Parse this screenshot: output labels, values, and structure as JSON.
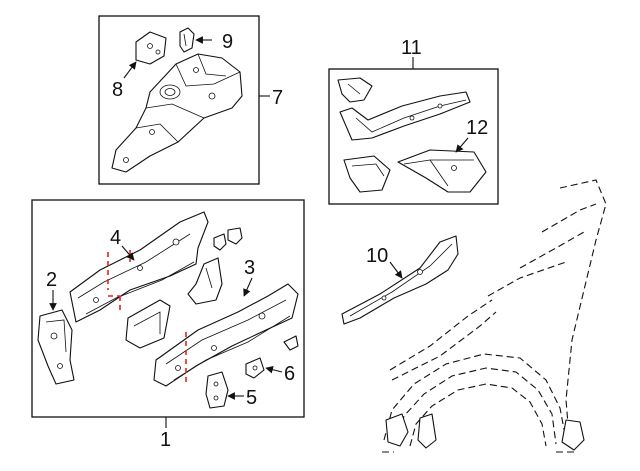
{
  "callouts": {
    "c1": "1",
    "c2": "2",
    "c3": "3",
    "c4": "4",
    "c5": "5",
    "c6": "6",
    "c7": "7",
    "c8": "8",
    "c9": "9",
    "c10": "10",
    "c11": "11",
    "c12": "12"
  },
  "colors": {
    "line": "#111111",
    "cut_line": "#e0261d",
    "background": "#ffffff"
  }
}
